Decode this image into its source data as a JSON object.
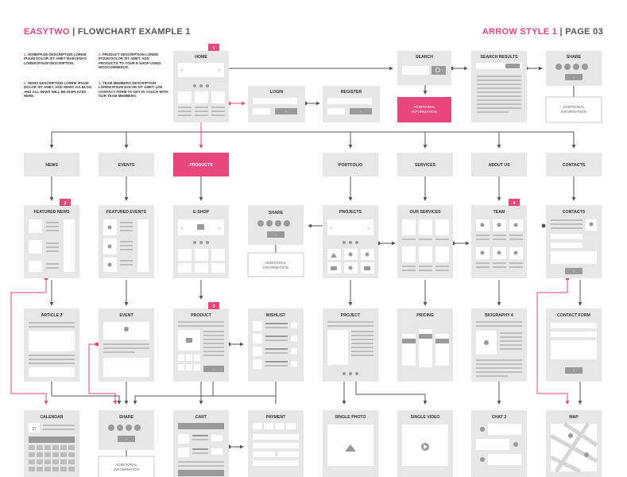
{
  "header": {
    "brand": "EASYTWO",
    "separator": "|",
    "title": "FLOWCHART EXAMPLE 1",
    "style_label": "ARROW STYLE 1",
    "page_label": "PAGE 03"
  },
  "notes": [
    {
      "num": "1.",
      "text": "HOMEPAGE DESCRIPTION LOREM IPSUM DOLOR SIT AMET MAECENAS LOREM IPSUM DESCRIPTION."
    },
    {
      "num": "2.",
      "text": "NEWS DESCRIPTION LOREM IPSUM DOLOR SIT AMET. ADD NEWS VIA BLOG AND ALL NEWS WILL BE DISPLAYED HERE."
    },
    {
      "num": "3.",
      "text": "PRODUCT DESCRIPTION LOREM IPSUM DOLOR SIT AMET. ADD PRODUCTS TO YOUR E-SHOP USING WOOCOMMERCE."
    },
    {
      "num": "4.",
      "text": "TEAM MEMBERS DESCRIPTION LOREM IPSUM DOLOR SIT AMET. USE CONTACT FORM TO GET IN TOUCH WITH OUR TEAM MEMBERS."
    }
  ],
  "top_row": {
    "home": "HOME",
    "login": "LOGIN",
    "register": "REGISTER",
    "search": "SEARCH",
    "search_results": "SEARCH RESULTS",
    "share": "SHARE",
    "additional_information": "ADDITIONAL INFORMATION",
    "additional_information_search": "ADDITIONAL INFORMATION"
  },
  "badges": [
    "1",
    "2",
    "3",
    "4"
  ],
  "nav_row": [
    "NEWS",
    "EVENTS",
    "PRODUCTS",
    "PORTFOLIO",
    "SERVICES",
    "ABOUT US",
    "CONTACTS"
  ],
  "row2": {
    "featured_news": "FEATURED NEWS",
    "featured_events": "FEATURED EVENTS",
    "eshop": "E-SHOP",
    "share": "SHARE",
    "share_info": "ADDITIONAL INFORMATION",
    "projects": "PROJECTS",
    "our_services": "OUR SERVICES",
    "team": "TEAM",
    "contacts": "CONTACTS"
  },
  "row3": {
    "article": "ARTICLE 2",
    "event": "EVENT",
    "product": "PRODUCT",
    "wishlist": "WISHLIST",
    "project": "PROJECT",
    "pricing": "PRICING",
    "biography": "BIOGRAPHY 4",
    "contact_form": "CONTACT FORM"
  },
  "row4": {
    "calendar": "CALENDAR",
    "calendar_day": "27",
    "share": "SHARE",
    "share_info": "ADDITIONAL INFORMATION",
    "cart": "CART",
    "payment": "PAYMENT",
    "single_photo": "SINGLE PHOTO",
    "single_video": "SINGLE VIDEO",
    "chat": "CHAT 2",
    "map": "MAP"
  },
  "colors": {
    "accent": "#e8467c",
    "card": "#e7e7e7",
    "line": "#555555",
    "text": "#333333"
  },
  "icons": [
    "chevron-left-icon",
    "chevron-right-icon",
    "search-icon",
    "facebook-icon",
    "twitter-icon",
    "google-plus-icon",
    "linkedin-icon",
    "pin-icon",
    "basket-icon",
    "user-icon",
    "play-icon",
    "mountain-icon",
    "arrow-right-icon"
  ]
}
